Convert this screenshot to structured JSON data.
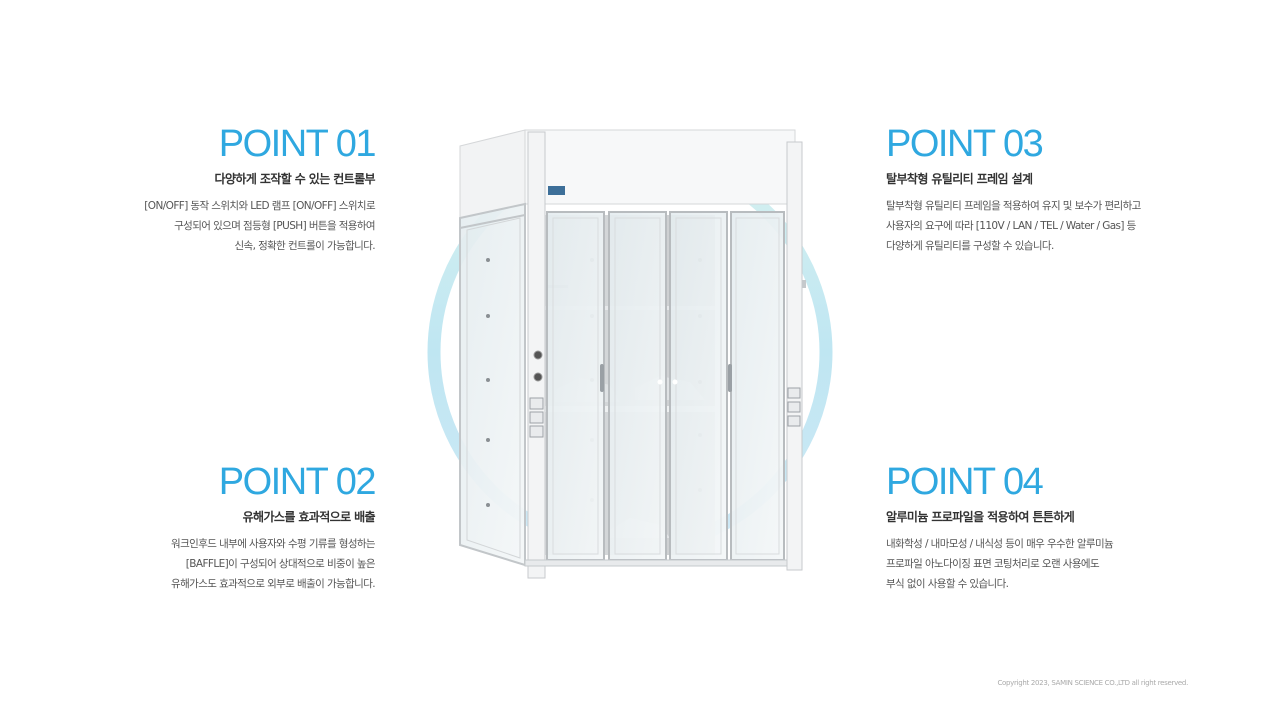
{
  "points": [
    {
      "title": "POINT 01",
      "subtitle": "다양하게 조작할 수 있는 컨트롤부",
      "lines": [
        "[ON/OFF] 동작 스위치와 LED 램프 [ON/OFF] 스위치로",
        "구성되어 있으며 점등형 [PUSH] 버튼을 적용하여",
        "신속, 정확한 컨트롤이 가능합니다."
      ]
    },
    {
      "title": "POINT 02",
      "subtitle": "유해가스를 효과적으로 배출",
      "lines": [
        "워크인후드 내부에 사용자와 수평 기류를 형성하는",
        "[BAFFLE]이 구성되어 상대적으로 비중이 높은",
        "유해가스도 효과적으로 외부로 배출이 가능합니다."
      ]
    },
    {
      "title": "POINT 03",
      "subtitle": "탈부착형 유틸리티 프레임 설계",
      "lines": [
        "탈부착형 유틸리티 프레임을 적용하여 유지 및 보수가 편리하고",
        "사용자의 요구에 따라 [110V / LAN / TEL / Water / Gas] 등",
        "다양하게 유틸리티를 구성할 수 있습니다."
      ]
    },
    {
      "title": "POINT 04",
      "subtitle": "알루미늄 프로파일을 적용하여 튼튼하게",
      "lines": [
        "내화학성 / 내마모성 / 내식성 등이 매우 우수한 알루미늄",
        "프로파일 아노다이징 표면 코팅처리로 오랜 사용에도",
        "부식 없이 사용할 수 있습니다."
      ]
    }
  ],
  "copyright": "Copyright 2023, SAMIN SCIENCE CO.,LTD all right reserved.",
  "colors": {
    "accent": "#2fa8e0",
    "ring": "#bfe6f2",
    "subtitle": "#333333",
    "body": "#555555"
  }
}
